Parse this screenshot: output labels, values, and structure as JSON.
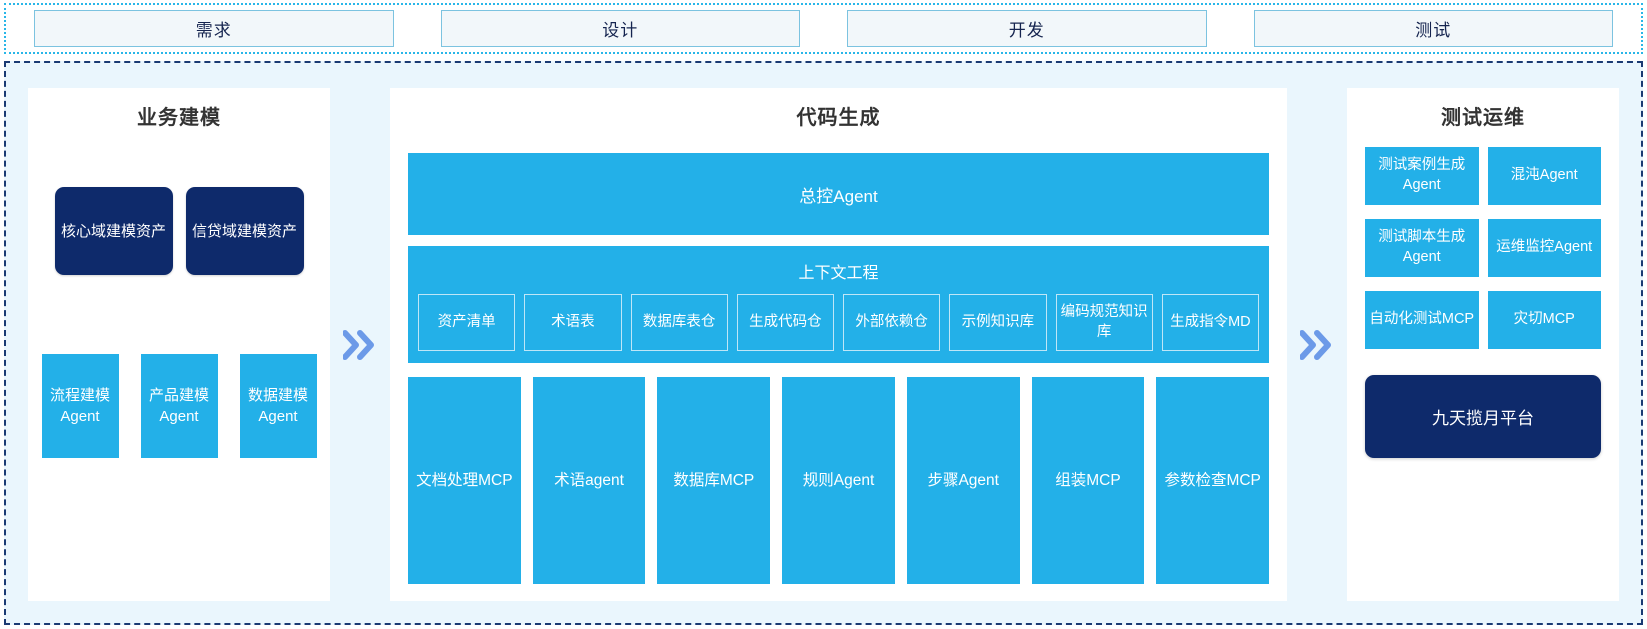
{
  "phases": [
    {
      "label": "需求"
    },
    {
      "label": "设计"
    },
    {
      "label": "开发"
    },
    {
      "label": "测试"
    }
  ],
  "business_modeling": {
    "title": "业务建模",
    "assets": [
      {
        "label": "核心域建模资产"
      },
      {
        "label": "信贷域建模资产"
      }
    ],
    "agents": [
      {
        "label": "流程建模Agent"
      },
      {
        "label": "产品建模Agent"
      },
      {
        "label": "数据建模Agent"
      }
    ]
  },
  "code_generation": {
    "title": "代码生成",
    "orchestrator": "总控Agent",
    "context_engineering": {
      "title": "上下文工程",
      "items": [
        {
          "label": "资产清单"
        },
        {
          "label": "术语表"
        },
        {
          "label": "数据库表仓"
        },
        {
          "label": "生成代码仓"
        },
        {
          "label": "外部依赖仓"
        },
        {
          "label": "示例知识库"
        },
        {
          "label": "编码规范知识库"
        },
        {
          "label": "生成指令MD"
        }
      ]
    },
    "tools": [
      {
        "label": "文档处理MCP"
      },
      {
        "label": "术语agent"
      },
      {
        "label": "数据库MCP"
      },
      {
        "label": "规则Agent"
      },
      {
        "label": "步骤Agent"
      },
      {
        "label": "组装MCP"
      },
      {
        "label": "参数检查MCP"
      }
    ]
  },
  "test_ops": {
    "title": "测试运维",
    "cards": [
      {
        "label": "测试案例生成Agent"
      },
      {
        "label": "混沌Agent"
      },
      {
        "label": "测试脚本生成Agent"
      },
      {
        "label": "运维监控Agent"
      },
      {
        "label": "自动化测试MCP"
      },
      {
        "label": "灾切MCP"
      }
    ],
    "platform": "九天揽月平台"
  },
  "flow_arrows": [
    {
      "name": "arrow-business-to-code"
    },
    {
      "name": "arrow-code-to-test"
    }
  ],
  "colors": {
    "accent_blue": "#23b0e8",
    "navy": "#0e2a6b",
    "panel_bg": "#eaf6fd",
    "phase_border": "#7cc3e0",
    "arrow": "#6c9ae8"
  }
}
